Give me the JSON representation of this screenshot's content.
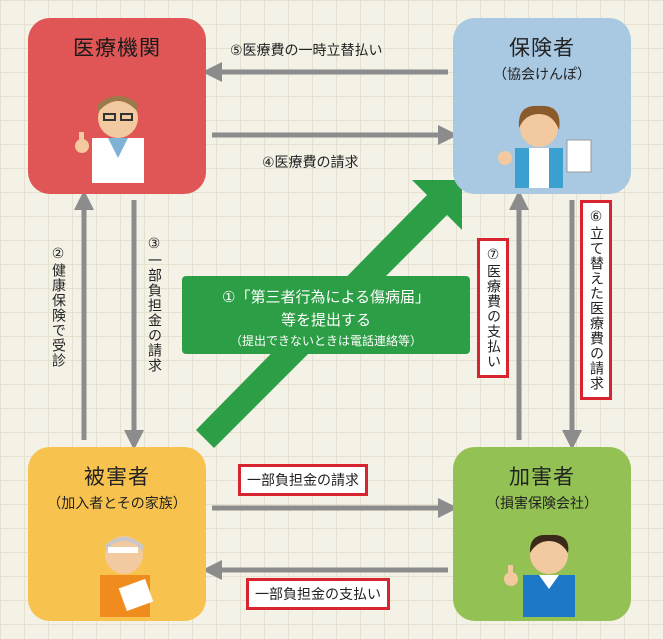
{
  "nodes": {
    "medical": {
      "title": "医療機関"
    },
    "insurer": {
      "title": "保険者",
      "subtitle": "（協会けんぽ）"
    },
    "victim": {
      "title": "被害者",
      "subtitle": "（加入者とその家族）"
    },
    "offender": {
      "title": "加害者",
      "subtitle": "（損害保険会社）"
    }
  },
  "edges": {
    "e5": "⑤医療費の一時立替払い",
    "e4": "④医療費の請求",
    "e2": "②健康保険で受診",
    "e3": "③一部負担金の請求",
    "e7": "⑦医療費の支払い",
    "e6": "⑥立て替えた医療費の請求",
    "e_bill": "一部負担金の請求",
    "e_pay": "一部負担金の支払い"
  },
  "callout": {
    "line1": "①「第三者行為による傷病届」",
    "line2": "等を提出する",
    "line3": "（提出できないときは電話連絡等）"
  },
  "colors": {
    "medical": "#e05656",
    "insurer": "#a9c8e2",
    "victim": "#f8c24e",
    "offender": "#93c153",
    "arrow": "#8c8c8c",
    "green_arrow": "#2c9e46",
    "highlight": "#d8242e"
  }
}
